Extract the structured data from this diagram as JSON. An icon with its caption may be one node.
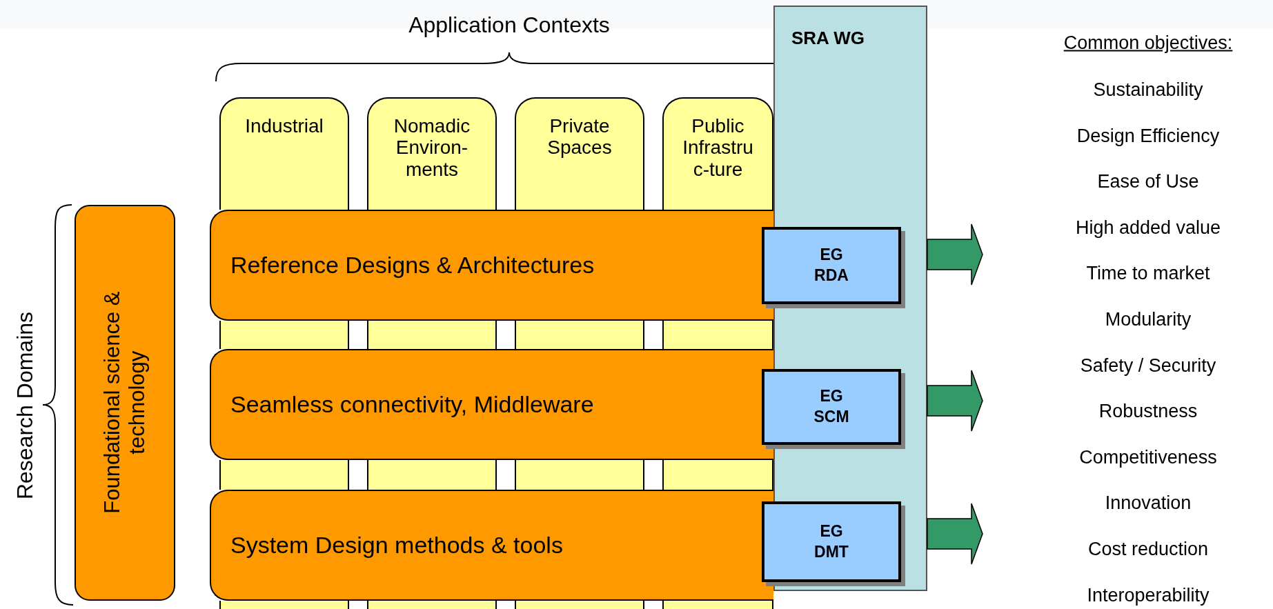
{
  "diagram": {
    "nodes": [
      {
        "text": [
          "Industrial"
        ]
      },
      {
        "text": [
          "Nomadic Environ- ments"
        ]
      },
      {
        "text": [
          "Private Spaces"
        ]
      },
      {
        "text": [
          "Public Infrastru c-ture"
        ]
      },
      {
        "text": [
          "SRA WG"
        ]
      },
      {
        "text": [
          "Reference Designs & Architectures"
        ]
      },
      {
        "text": [
          "Seamless connectivity, Middleware"
        ]
      },
      {
        "text": [
          "System Design methods & tools"
        ]
      },
      {
        "text": [
          "EG RDA"
        ]
      },
      {
        "text": [
          "EG SCM"
        ]
      },
      {
        "text": [
          "EG DMT"
        ]
      },
      {
        "text": [
          "Foundational science & technology"
        ]
      },
      {
        "text": [],
        "shape": "bar"
      },
      {
        "text": [],
        "shape": "bar"
      },
      {
        "text": [],
        "shape": "bar"
      },
      {
        "text": [],
        "shape": "bar"
      },
      {
        "text": [],
        "shape": "bar"
      },
      {
        "text": [],
        "shape": "bar"
      },
      {
        "text": [],
        "shape": "bar"
      },
      {
        "text": [],
        "shape": "bar"
      },
      {
        "text": [],
        "shape": "bar"
      },
      {
        "text": [],
        "shape": "bar"
      },
      {
        "text": [],
        "shape": "bar"
      },
      {
        "text": [],
        "shape": "bar"
      }
    ],
    "edges": [
      {
        "from": 4,
        "to": null,
        "arrow": "to",
        "style": "thick"
      },
      {
        "from": 4,
        "to": null,
        "arrow": "to",
        "style": "thick"
      },
      {
        "from": 4,
        "to": null,
        "arrow": "to",
        "style": "thick"
      }
    ],
    "labels": [
      "Application Contexts",
      "Research Domains",
      "Common objectives:",
      "Sustainability",
      "Design Efficiency",
      "Ease of Use",
      "High added value",
      "Time to market",
      "Modularity",
      "Safety / Security",
      "Robustness",
      "Competitiveness",
      "Innovation",
      "Cost reduction",
      "Interoperability"
    ]
  }
}
